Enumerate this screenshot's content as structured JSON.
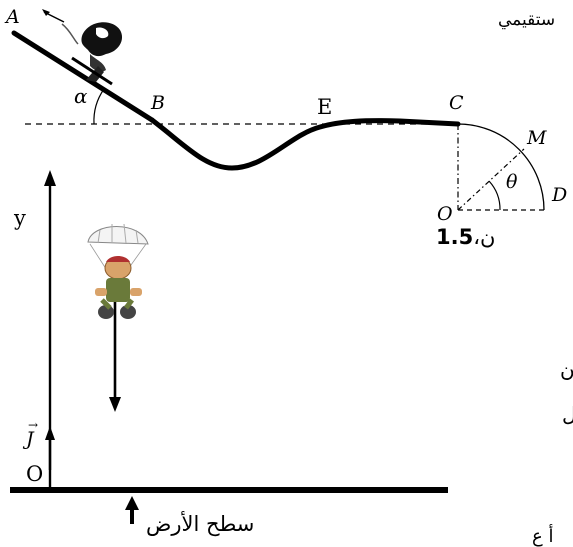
{
  "labels": {
    "point_a": "A",
    "point_b": "B",
    "point_e": "E",
    "point_c": "C",
    "point_m": "M",
    "point_d": "D",
    "point_o_circle": "O",
    "angle_alpha": "α",
    "angle_theta": "θ",
    "axis_y": "y",
    "origin_o": "O",
    "unit_vector_j": "J",
    "ground_label": "سطح الأرض"
  },
  "text_fragments": {
    "top_right": "ستقيمي",
    "score": "1.5",
    "score_suffix": "ن",
    "score_sep": "،",
    "right_fragment_1": "ن",
    "right_fragment_2": "ل",
    "bottom_right": "أ ع"
  },
  "colors": {
    "line": "#000000",
    "background": "#ffffff"
  },
  "icons": [
    "skier-figure",
    "parachutist-figure"
  ]
}
